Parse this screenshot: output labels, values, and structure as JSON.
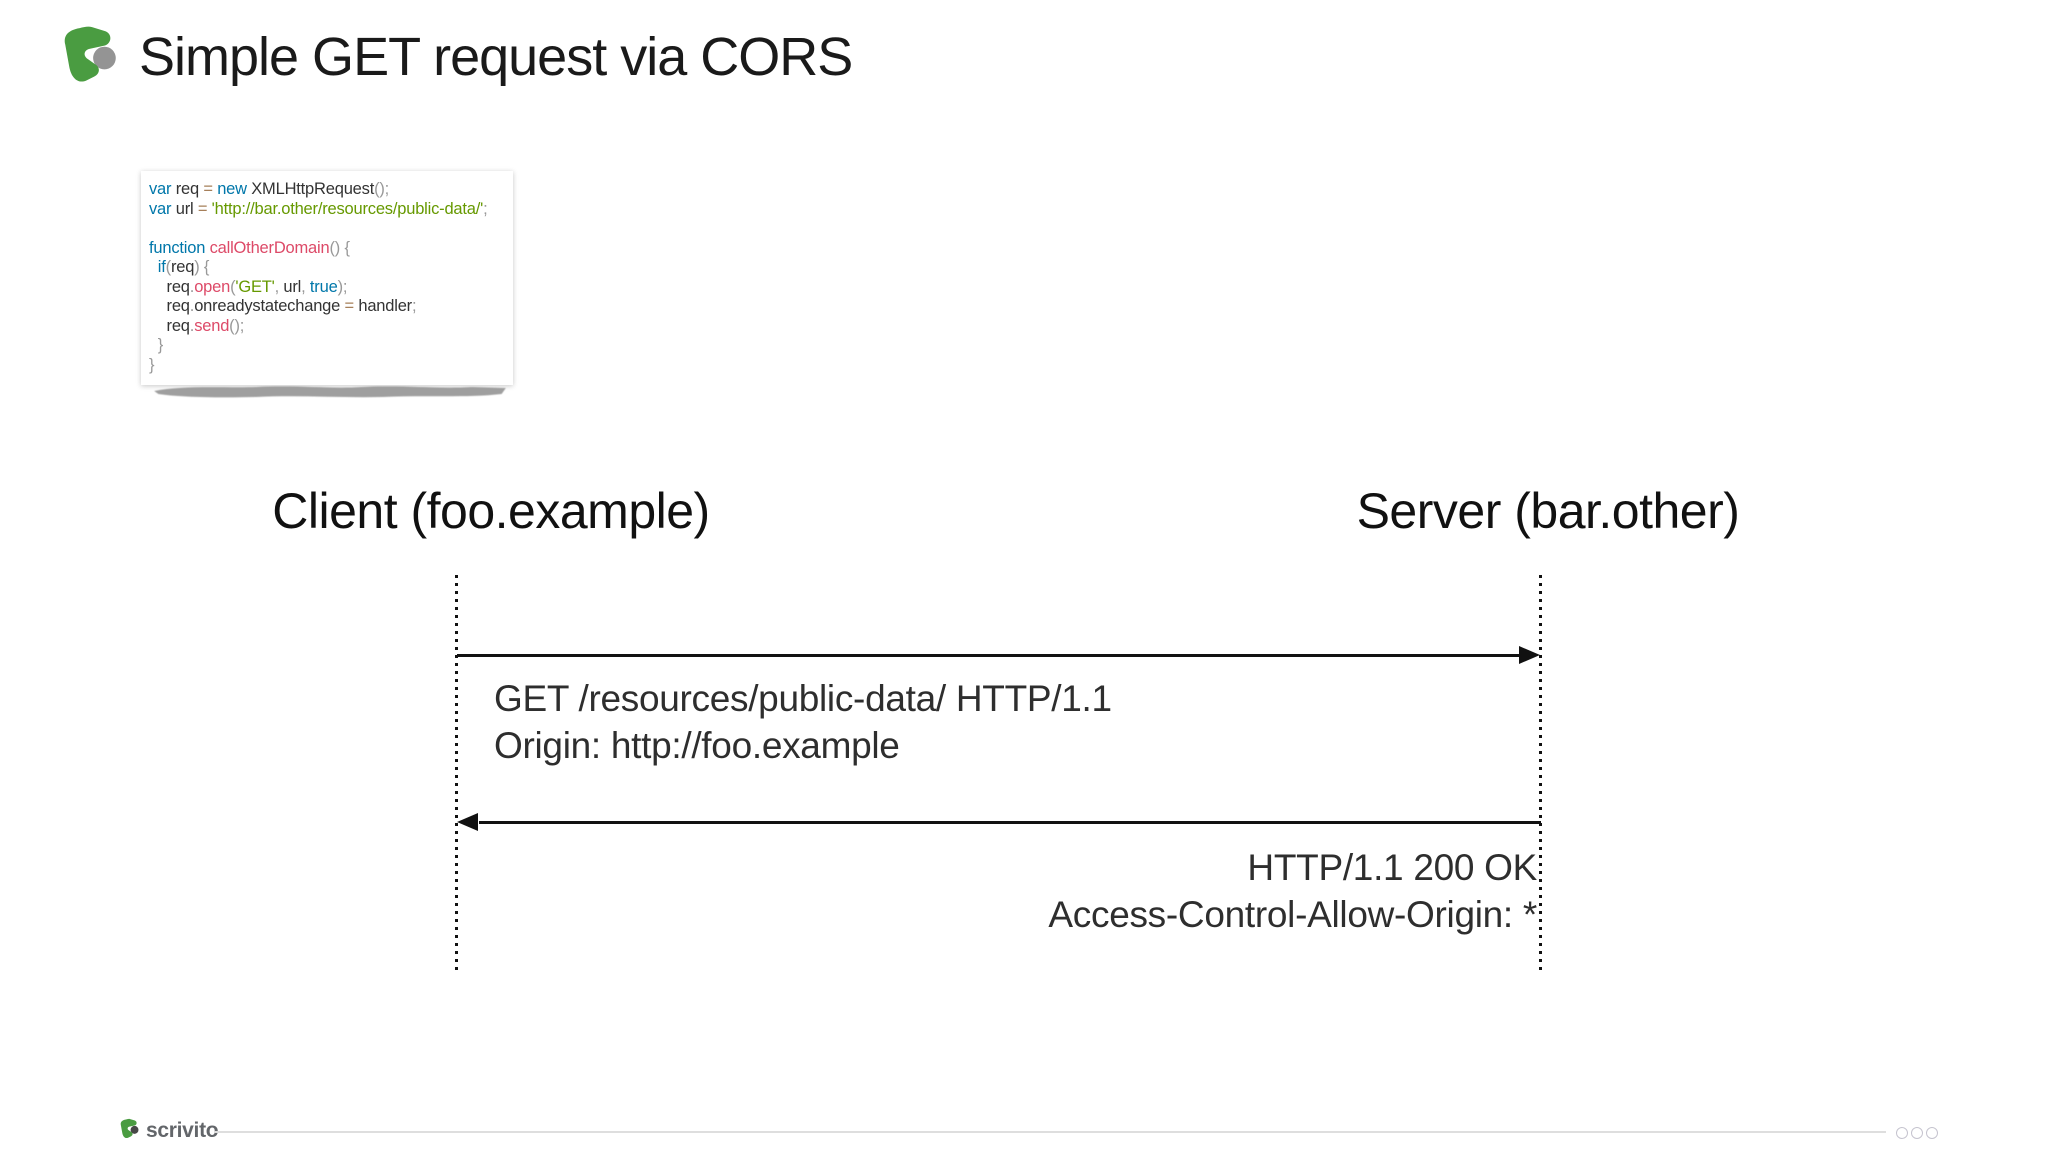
{
  "header": {
    "title": "Simple GET request via CORS"
  },
  "code_snippet": {
    "language": "javascript",
    "token_colors": {
      "kw": "#0077aa",
      "str": "#669900",
      "fn": "#dd4a68",
      "pl": "#333333",
      "pu": "#999999",
      "op": "#a67f59"
    },
    "lines": [
      [
        {
          "c": "kw",
          "t": "var"
        },
        {
          "c": "pl",
          "t": " req "
        },
        {
          "c": "op",
          "t": "="
        },
        {
          "c": "pl",
          "t": " "
        },
        {
          "c": "kw",
          "t": "new"
        },
        {
          "c": "pl",
          "t": " XMLHttpRequest"
        },
        {
          "c": "pu",
          "t": "();"
        }
      ],
      [
        {
          "c": "kw",
          "t": "var"
        },
        {
          "c": "pl",
          "t": " url "
        },
        {
          "c": "op",
          "t": "="
        },
        {
          "c": "pl",
          "t": " "
        },
        {
          "c": "str",
          "t": "'http://bar.other/resources/public-data/'"
        },
        {
          "c": "pu",
          "t": ";"
        }
      ],
      [],
      [
        {
          "c": "kw",
          "t": "function"
        },
        {
          "c": "pl",
          "t": " "
        },
        {
          "c": "fn",
          "t": "callOtherDomain"
        },
        {
          "c": "pu",
          "t": "()"
        },
        {
          "c": "pl",
          "t": " "
        },
        {
          "c": "pu",
          "t": "{"
        }
      ],
      [
        {
          "c": "pl",
          "t": "  "
        },
        {
          "c": "kw",
          "t": "if"
        },
        {
          "c": "pu",
          "t": "("
        },
        {
          "c": "pl",
          "t": "req"
        },
        {
          "c": "pu",
          "t": ")"
        },
        {
          "c": "pl",
          "t": " "
        },
        {
          "c": "pu",
          "t": "{"
        }
      ],
      [
        {
          "c": "pl",
          "t": "    req"
        },
        {
          "c": "pu",
          "t": "."
        },
        {
          "c": "fn",
          "t": "open"
        },
        {
          "c": "pu",
          "t": "("
        },
        {
          "c": "str",
          "t": "'GET'"
        },
        {
          "c": "pu",
          "t": ","
        },
        {
          "c": "pl",
          "t": " url"
        },
        {
          "c": "pu",
          "t": ","
        },
        {
          "c": "pl",
          "t": " "
        },
        {
          "c": "kw",
          "t": "true"
        },
        {
          "c": "pu",
          "t": ");"
        }
      ],
      [
        {
          "c": "pl",
          "t": "    req"
        },
        {
          "c": "pu",
          "t": "."
        },
        {
          "c": "pl",
          "t": "onreadystatechange "
        },
        {
          "c": "op",
          "t": "="
        },
        {
          "c": "pl",
          "t": " handler"
        },
        {
          "c": "pu",
          "t": ";"
        }
      ],
      [
        {
          "c": "pl",
          "t": "    req"
        },
        {
          "c": "pu",
          "t": "."
        },
        {
          "c": "fn",
          "t": "send"
        },
        {
          "c": "pu",
          "t": "();"
        }
      ],
      [
        {
          "c": "pl",
          "t": "  "
        },
        {
          "c": "pu",
          "t": "}"
        }
      ],
      [
        {
          "c": "pu",
          "t": "}"
        }
      ]
    ]
  },
  "diagram": {
    "client_label": "Client (foo.example)",
    "server_label": "Server (bar.other)",
    "request_message": {
      "line1": "GET /resources/public-data/ HTTP/1.1",
      "line2": "Origin: http://foo.example"
    },
    "response_message": {
      "line1": "HTTP/1.1 200 OK",
      "line2": "Access-Control-Allow-Origin: *"
    }
  },
  "footer": {
    "brand": "scrivito",
    "pager_dot_count": 3
  },
  "colors": {
    "brand_green": "#4a9c41",
    "logo_ball_gray": "#949494",
    "footer_ball_dark": "#474747",
    "text_dark": "#1a1a1a",
    "message_text": "#2e2e2e",
    "footer_text": "#63666a",
    "footer_line": "#dedede",
    "pager_dot": "#c6c4cf"
  }
}
